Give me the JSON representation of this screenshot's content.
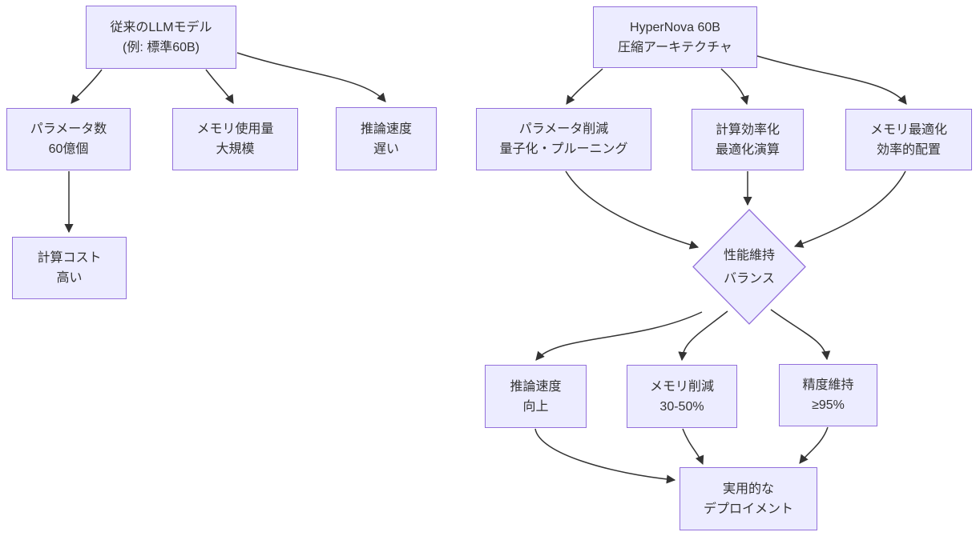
{
  "diagram": {
    "type": "flowchart",
    "colors": {
      "background": "#ffffff",
      "node_fill": "#ECECFF",
      "node_border": "#9370DB",
      "edge_color": "#333333",
      "text_color": "#333333"
    },
    "nodes": {
      "legacy_model": {
        "line1": "従来のLLMモデル",
        "line2": "(例: 標準60B)"
      },
      "param_count": {
        "line1": "パラメータ数",
        "line2": "60億個"
      },
      "memory_usage": {
        "line1": "メモリ使用量",
        "line2": "大規模"
      },
      "inference_slow": {
        "line1": "推論速度",
        "line2": "遅い"
      },
      "compute_cost": {
        "line1": "計算コスト",
        "line2": "高い"
      },
      "hypernova": {
        "line1": "HyperNova 60B",
        "line2": "圧縮アーキテクチャ"
      },
      "param_reduction": {
        "line1": "パラメータ削減",
        "line2": "量子化・プルーニング"
      },
      "compute_eff": {
        "line1": "計算効率化",
        "line2": "最適化演算"
      },
      "memory_opt": {
        "line1": "メモリ最適化",
        "line2": "効率的配置"
      },
      "perf_balance": {
        "line1": "性能維持",
        "line2": "バランス"
      },
      "inference_up": {
        "line1": "推論速度",
        "line2": "向上"
      },
      "memory_cut": {
        "line1": "メモリ削減",
        "line2": "30-50%"
      },
      "accuracy": {
        "line1": "精度維持",
        "line2": "≥95%"
      },
      "deployment": {
        "line1": "実用的な",
        "line2": "デプロイメント"
      }
    },
    "edges": [
      {
        "from": "legacy_model",
        "to": "param_count"
      },
      {
        "from": "legacy_model",
        "to": "memory_usage"
      },
      {
        "from": "legacy_model",
        "to": "inference_slow"
      },
      {
        "from": "param_count",
        "to": "compute_cost"
      },
      {
        "from": "hypernova",
        "to": "param_reduction"
      },
      {
        "from": "hypernova",
        "to": "compute_eff"
      },
      {
        "from": "hypernova",
        "to": "memory_opt"
      },
      {
        "from": "param_reduction",
        "to": "perf_balance"
      },
      {
        "from": "compute_eff",
        "to": "perf_balance"
      },
      {
        "from": "memory_opt",
        "to": "perf_balance"
      },
      {
        "from": "perf_balance",
        "to": "inference_up"
      },
      {
        "from": "perf_balance",
        "to": "memory_cut"
      },
      {
        "from": "perf_balance",
        "to": "accuracy"
      },
      {
        "from": "inference_up",
        "to": "deployment"
      },
      {
        "from": "memory_cut",
        "to": "deployment"
      },
      {
        "from": "accuracy",
        "to": "deployment"
      }
    ]
  }
}
